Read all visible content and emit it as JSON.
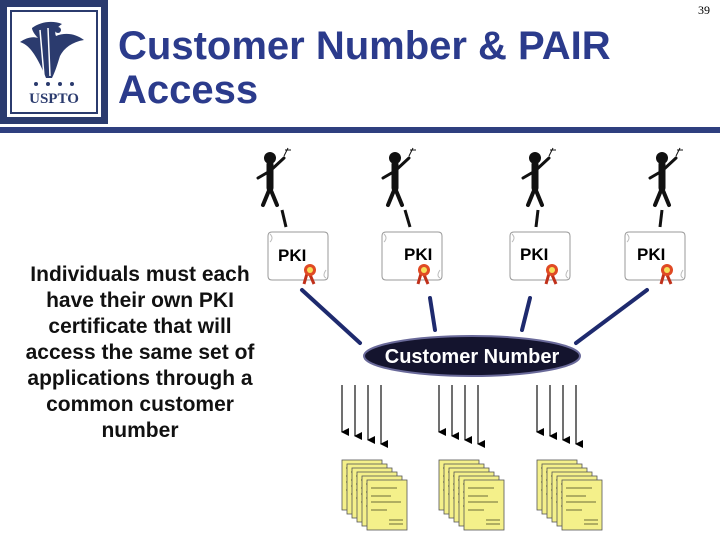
{
  "slide": {
    "number": "39",
    "title_line1": "Customer Number & PAIR",
    "title_line2": "Access",
    "logo_text": "USPTO",
    "body": "Individuals must each have their own PKI certificate that will access the same set of applications through a common customer number"
  },
  "diagram": {
    "certificate_label": "PKI",
    "certificate_count": 4,
    "hub_label": "Customer Number",
    "application_stack_count": 3
  },
  "colors": {
    "title": "#2b3b8c",
    "rule": "#2f3f7f",
    "hub_fill": "#14142e",
    "document_fill": "#f4f08a",
    "ribbon": "#d63a1e"
  }
}
